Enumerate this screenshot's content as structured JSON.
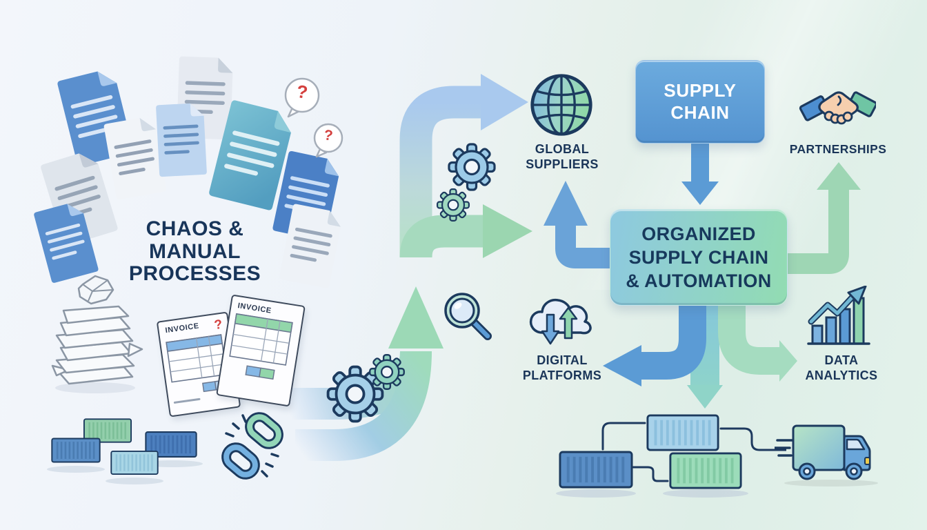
{
  "left": {
    "title_line1": "CHAOS &",
    "title_line2": "MANUAL",
    "title_line3": "PROCESSES",
    "question_mark": "?",
    "invoice_label": "INVOICE"
  },
  "flow": {
    "supply_line1": "SUPPLY",
    "supply_line2": "CHAIN",
    "organized_line1": "ORGANIZED",
    "organized_line2": "SUPPLY CHAIN",
    "organized_line3": "& AUTOMATION",
    "global_line1": "GLOBAL",
    "global_line2": "SUPPLIERS",
    "partnerships_label": "PARTNERSHIPS",
    "digital_line1": "DIGITAL",
    "digital_line2": "PLATFORMS",
    "data_line1": "DATA",
    "data_line2": "ANALYTICS"
  },
  "icons": {
    "left_scene": [
      "document-icon",
      "question-bubble-icon",
      "paper-stack-icon",
      "invoice-icon",
      "shipping-container-icon",
      "broken-chain-icon"
    ],
    "middle_scene": [
      "curved-arrow-icon",
      "gear-icon",
      "magnifier-icon"
    ],
    "right_scene": [
      "globe-icon",
      "handshake-icon",
      "cloud-sync-icon",
      "bar-chart-icon",
      "flow-arrow-icon",
      "shipping-container-icon",
      "delivery-truck-icon"
    ]
  },
  "colors": {
    "background_left": "#f2f5fb",
    "background_right": "#e0efe8",
    "navy_outline": "#1c3a5e",
    "text_navy": "#18355a",
    "alert_red": "#d4403e",
    "arrow_blue": "#5b9bd5",
    "arrow_teal": "#8fd4c8",
    "arrow_green": "#9ed6b4",
    "supply_box_blue": "#5b9fd9",
    "organized_box_start": "#8ec9e0",
    "organized_box_end": "#92dcb2"
  }
}
